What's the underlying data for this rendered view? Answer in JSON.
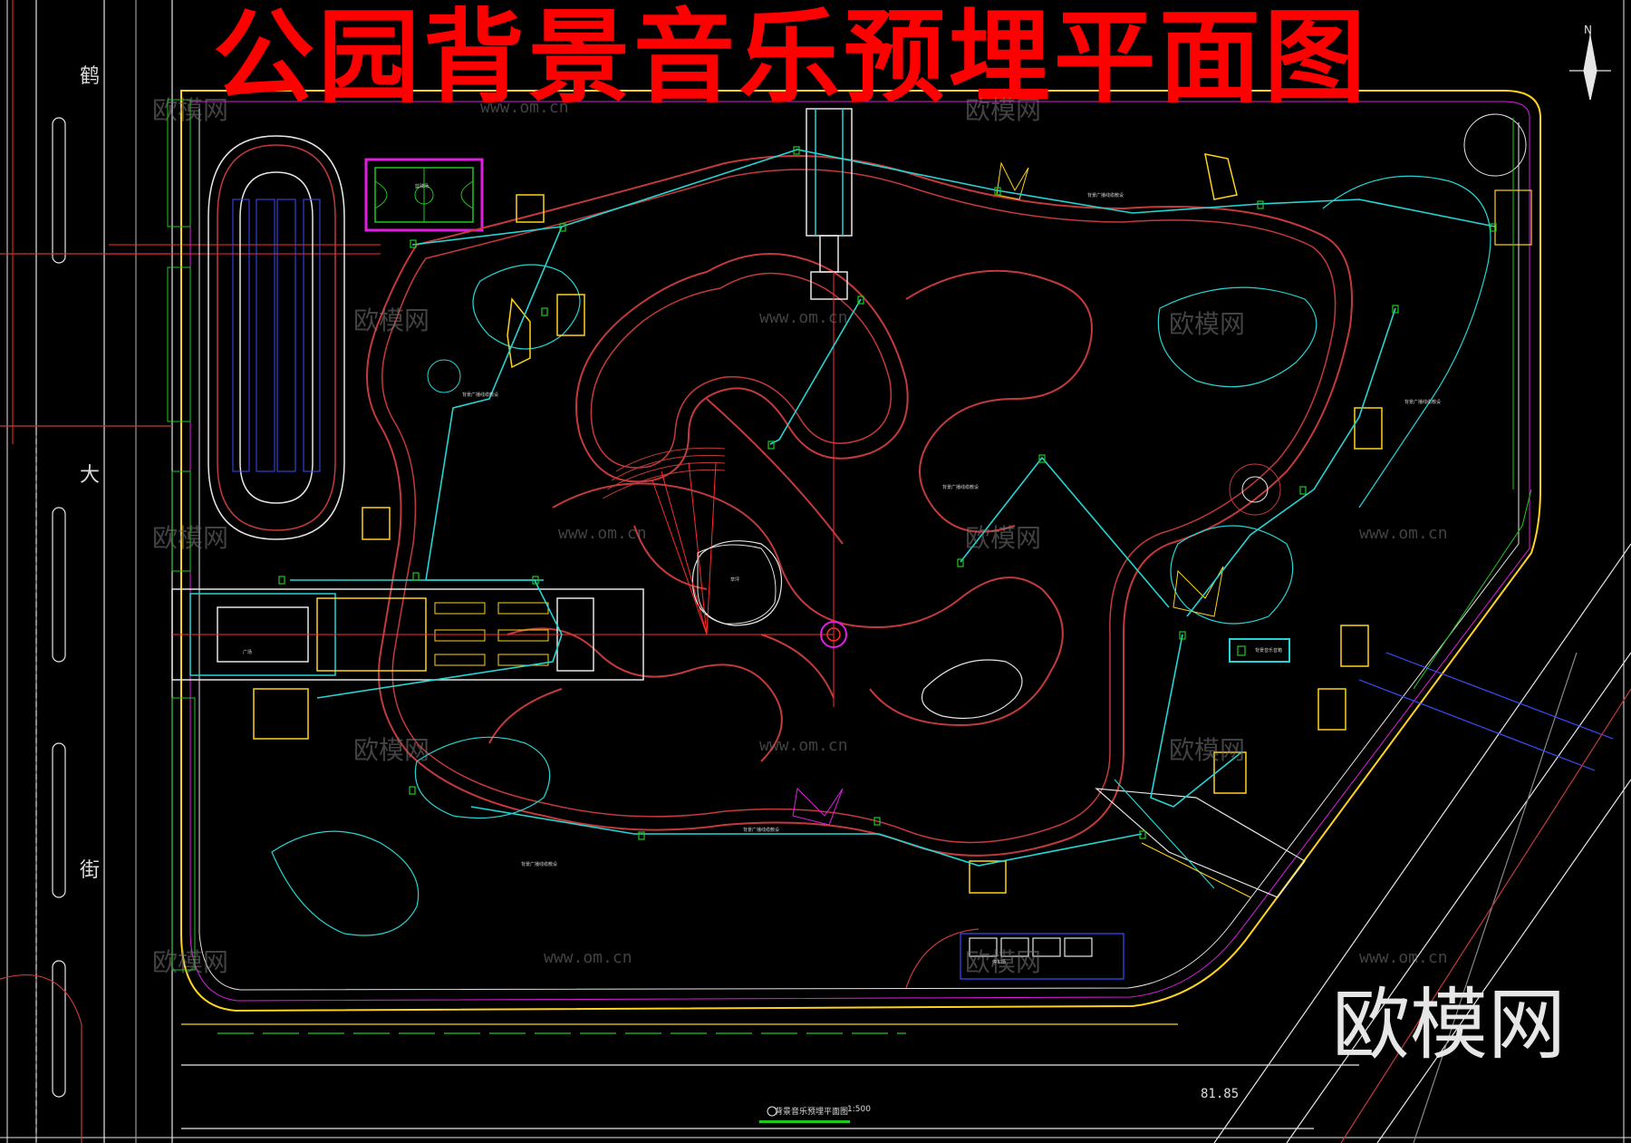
{
  "drawing": {
    "title": "公园背景音乐预埋平面图",
    "watermark_brand": "欧模网",
    "watermark_url": "www.om.cn",
    "street_chars": [
      "鹤",
      "大",
      "街"
    ],
    "scale_number": "81.85",
    "sheet_caption": "背景音乐预埋平面图",
    "sheet_scale": "1:500",
    "north_label": "N",
    "legend_label": "背景音乐音箱",
    "cable_label": "背景广播线缆敷设",
    "basketball_court": "篮球场",
    "plaza": "广场",
    "lawn": "草坪",
    "parking": "停车场"
  },
  "colors": {
    "background": "#000000",
    "title": "#ff0000",
    "path_outline": "#c33a3a",
    "cable": "#25d5d5",
    "boundary": "#ffd21e",
    "road": "#e6e6e6",
    "magenta": "#e11ee1",
    "green": "#1ec81e",
    "watermark": "#e6e6e6"
  }
}
